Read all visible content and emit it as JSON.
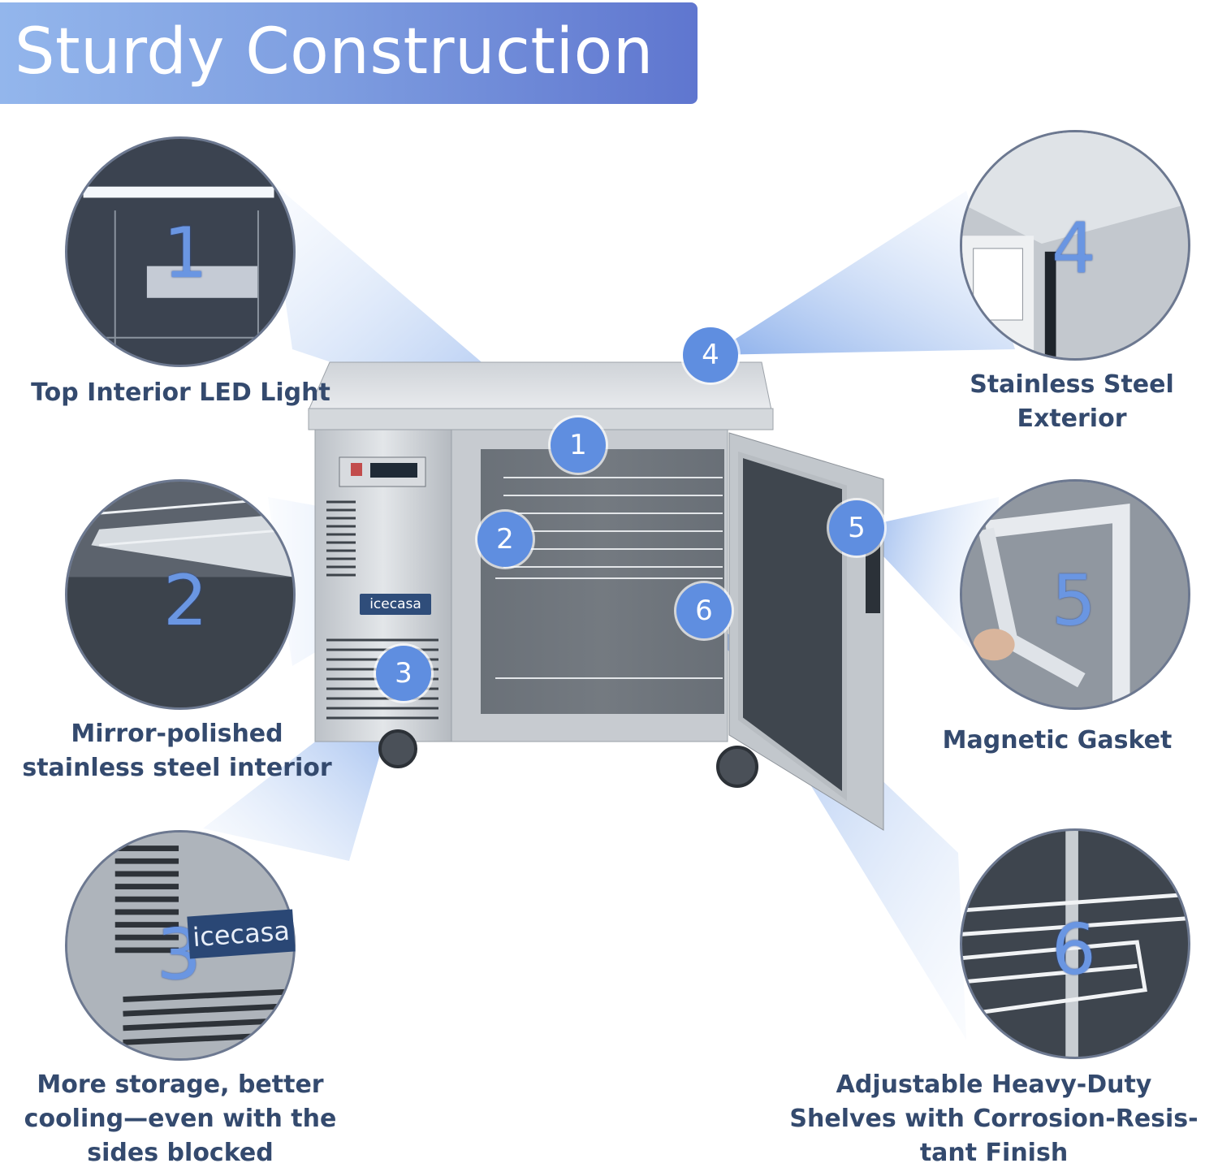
{
  "title": "Sturdy Construction",
  "brand": "icecasa",
  "colors": {
    "accent": "#5f8ee0",
    "caption": "#344a6e",
    "title_bg": "#7f9fe1"
  },
  "features": [
    {
      "number": "1",
      "caption_lines": [
        "Top Interior LED Light"
      ]
    },
    {
      "number": "2",
      "caption_lines": [
        "Mirror-polished",
        "stainless steel interior"
      ]
    },
    {
      "number": "3",
      "caption_lines": [
        "More storage, better",
        "cooling—even with the",
        "sides blocked"
      ]
    },
    {
      "number": "4",
      "caption_lines": [
        "Stainless Steel",
        "Exterior"
      ]
    },
    {
      "number": "5",
      "caption_lines": [
        "Magnetic Gasket"
      ]
    },
    {
      "number": "6",
      "caption_lines": [
        "Adjustable Heavy-Duty",
        "Shelves with Corrosion-Resis-",
        "tant Finish"
      ]
    }
  ]
}
